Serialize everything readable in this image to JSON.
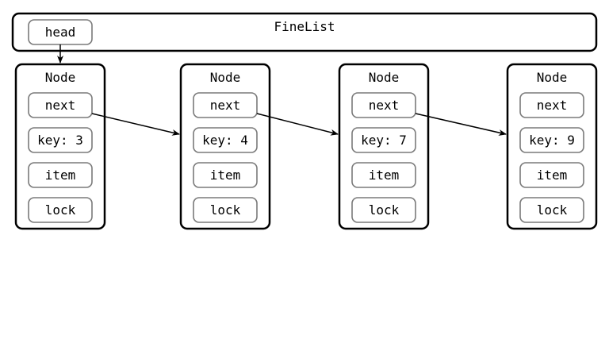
{
  "list": {
    "title": "FineList",
    "head_label": "head"
  },
  "nodes": [
    {
      "title": "Node",
      "fields": [
        "next",
        "key: 3",
        "item",
        "lock"
      ]
    },
    {
      "title": "Node",
      "fields": [
        "next",
        "key: 4",
        "item",
        "lock"
      ]
    },
    {
      "title": "Node",
      "fields": [
        "next",
        "key: 7",
        "item",
        "lock"
      ]
    },
    {
      "title": "Node",
      "fields": [
        "next",
        "key: 9",
        "item",
        "lock"
      ]
    }
  ]
}
